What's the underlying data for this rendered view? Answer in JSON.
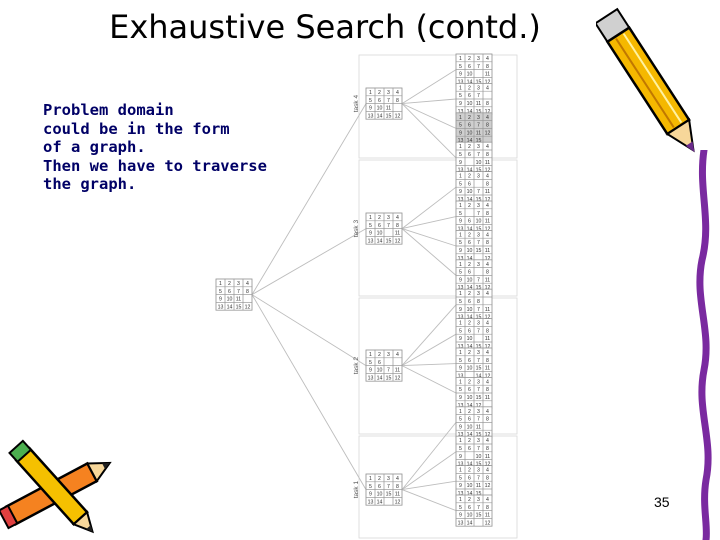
{
  "slide": {
    "title": "Exhaustive Search (contd.)",
    "body_lines": [
      "Problem domain",
      "could be in the form",
      "of a graph.",
      "Then we have to traverse",
      "the graph."
    ],
    "page_number": "35"
  },
  "figure": {
    "task_labels": [
      "task 4",
      "task 3",
      "task 2",
      "task 1"
    ],
    "root_grid": [
      [
        "1",
        "2",
        "3",
        "4"
      ],
      [
        "5",
        "6",
        "7",
        "8"
      ],
      [
        "9",
        "10",
        "11",
        ""
      ],
      [
        "13",
        "14",
        "15",
        "12"
      ]
    ],
    "level1_grids": [
      [
        [
          "1",
          "2",
          "3",
          "4"
        ],
        [
          "5",
          "6",
          "7",
          "8"
        ],
        [
          "9",
          "10",
          "11",
          ""
        ],
        [
          "13",
          "14",
          "15",
          "12"
        ]
      ],
      [
        [
          "1",
          "2",
          "3",
          "4"
        ],
        [
          "5",
          "6",
          "7",
          "8"
        ],
        [
          "9",
          "10",
          "",
          "11"
        ],
        [
          "13",
          "14",
          "15",
          "12"
        ]
      ],
      [
        [
          "1",
          "2",
          "3",
          "4"
        ],
        [
          "5",
          "6",
          "",
          ""
        ],
        [
          "9",
          "10",
          "7",
          "11"
        ],
        [
          "13",
          "14",
          "15",
          "12"
        ]
      ],
      [
        [
          "1",
          "2",
          "3",
          "4"
        ],
        [
          "5",
          "6",
          "7",
          "8"
        ],
        [
          "9",
          "10",
          "15",
          "11"
        ],
        [
          "13",
          "14",
          "",
          "12"
        ]
      ]
    ],
    "leaf_grids": [
      [
        [
          "1",
          "2",
          "3",
          "4"
        ],
        [
          "5",
          "6",
          "7",
          "8"
        ],
        [
          "9",
          "10",
          "",
          "11"
        ],
        [
          "13",
          "14",
          "15",
          "12"
        ]
      ],
      [
        [
          "1",
          "2",
          "3",
          "4"
        ],
        [
          "5",
          "6",
          "7",
          ""
        ],
        [
          "9",
          "10",
          "11",
          "8"
        ],
        [
          "13",
          "14",
          "15",
          "12"
        ]
      ],
      [
        [
          "1",
          "2",
          "3",
          "4"
        ],
        [
          "5",
          "6",
          "7",
          "8"
        ],
        [
          "9",
          "10",
          "11",
          "12"
        ],
        [
          "13",
          "14",
          "15",
          ""
        ]
      ],
      [
        [
          "1",
          "2",
          "3",
          "4"
        ],
        [
          "5",
          "6",
          "7",
          "8"
        ],
        [
          "9",
          "",
          "10",
          "11"
        ],
        [
          "13",
          "14",
          "15",
          "12"
        ]
      ],
      [
        [
          "1",
          "2",
          "3",
          "4"
        ],
        [
          "5",
          "6",
          "",
          "8"
        ],
        [
          "9",
          "10",
          "7",
          "11"
        ],
        [
          "13",
          "14",
          "15",
          "12"
        ]
      ],
      [
        [
          "1",
          "2",
          "3",
          "4"
        ],
        [
          "5",
          "",
          "7",
          "8"
        ],
        [
          "9",
          "6",
          "10",
          "11"
        ],
        [
          "13",
          "14",
          "15",
          "12"
        ]
      ],
      [
        [
          "1",
          "2",
          "3",
          "4"
        ],
        [
          "5",
          "6",
          "7",
          "8"
        ],
        [
          "9",
          "10",
          "15",
          "11"
        ],
        [
          "13",
          "14",
          "",
          "12"
        ]
      ],
      [
        [
          "1",
          "2",
          "3",
          "4"
        ],
        [
          "5",
          "6",
          "",
          "8"
        ],
        [
          "9",
          "10",
          "7",
          "11"
        ],
        [
          "13",
          "14",
          "15",
          "12"
        ]
      ],
      [
        [
          "1",
          "2",
          "3",
          "4"
        ],
        [
          "5",
          "6",
          "8",
          ""
        ],
        [
          "9",
          "10",
          "7",
          "11"
        ],
        [
          "13",
          "14",
          "15",
          "12"
        ]
      ],
      [
        [
          "1",
          "2",
          "3",
          "4"
        ],
        [
          "5",
          "6",
          "7",
          "8"
        ],
        [
          "9",
          "10",
          "",
          "11"
        ],
        [
          "13",
          "14",
          "15",
          "12"
        ]
      ],
      [
        [
          "1",
          "2",
          "3",
          "4"
        ],
        [
          "5",
          "6",
          "7",
          "8"
        ],
        [
          "9",
          "10",
          "15",
          "11"
        ],
        [
          "13",
          "",
          "14",
          "12"
        ]
      ],
      [
        [
          "1",
          "2",
          "3",
          "4"
        ],
        [
          "5",
          "6",
          "7",
          "8"
        ],
        [
          "9",
          "10",
          "15",
          "11"
        ],
        [
          "13",
          "14",
          "12",
          ""
        ]
      ],
      [
        [
          "1",
          "2",
          "3",
          "4"
        ],
        [
          "5",
          "6",
          "7",
          "8"
        ],
        [
          "9",
          "10",
          "11",
          ""
        ],
        [
          "13",
          "14",
          "15",
          "12"
        ]
      ],
      [
        [
          "1",
          "2",
          "3",
          "4"
        ],
        [
          "5",
          "6",
          "7",
          "8"
        ],
        [
          "9",
          "",
          "10",
          "11"
        ],
        [
          "13",
          "14",
          "15",
          "12"
        ]
      ],
      [
        [
          "1",
          "2",
          "3",
          "4"
        ],
        [
          "5",
          "6",
          "7",
          "8"
        ],
        [
          "9",
          "10",
          "11",
          "12"
        ],
        [
          "13",
          "14",
          "15",
          ""
        ]
      ],
      [
        [
          "1",
          "2",
          "3",
          "4"
        ],
        [
          "5",
          "6",
          "7",
          "8"
        ],
        [
          "9",
          "10",
          "15",
          "11"
        ],
        [
          "13",
          "14",
          "",
          "12"
        ]
      ]
    ],
    "highlighted_leaf": 2,
    "colors": {
      "grid_line": "#9a9a9a",
      "branch_line": "#bdbdbd",
      "highlight": "#cfcfcf",
      "text": "#333333"
    }
  },
  "decorations": {
    "top_right": "pencil-icon",
    "bottom_left": "crossed-pencils-icon",
    "right_edge": "squiggle-line-icon"
  }
}
